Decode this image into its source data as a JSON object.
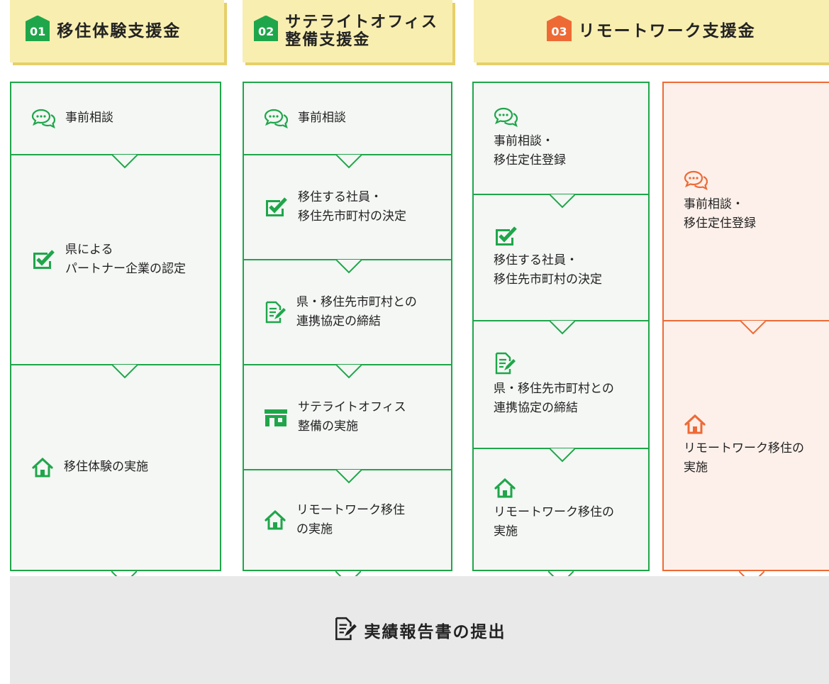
{
  "colors": {
    "green": "#1fa64a",
    "orange": "#ee6a35",
    "header_bg": "#f8eeb0",
    "bottom_bg": "#e9e9e9"
  },
  "headers": [
    {
      "num": "01",
      "title": "移住体験支援金"
    },
    {
      "num": "02",
      "title": "サテライトオフィス\n整備支援金"
    },
    {
      "num": "03",
      "title": "リモートワーク支援金"
    }
  ],
  "col1": [
    {
      "icon": "chat-icon",
      "text": "事前相談"
    },
    {
      "icon": "check-icon",
      "text": "県による\nパートナー企業の認定"
    },
    {
      "icon": "house-icon",
      "text": "移住体験の実施"
    }
  ],
  "col2": [
    {
      "icon": "chat-icon",
      "text": "事前相談"
    },
    {
      "icon": "check-icon",
      "text": "移住する社員・\n移住先市町村の決定"
    },
    {
      "icon": "document-pen-icon",
      "text": "県・移住先市町村との\n連携協定の締結"
    },
    {
      "icon": "office-building-icon",
      "text": "サテライトオフィス\n整備の実施"
    },
    {
      "icon": "house-icon",
      "text": "リモートワーク移住\nの実施"
    }
  ],
  "col3": [
    {
      "icon": "chat-icon",
      "text": "事前相談・\n移住定住登録"
    },
    {
      "icon": "check-icon",
      "text": "移住する社員・\n移住先市町村の決定"
    },
    {
      "icon": "document-pen-icon",
      "text": "県・移住先市町村との\n連携協定の締結"
    },
    {
      "icon": "house-icon",
      "text": "リモートワーク移住の\n実施"
    }
  ],
  "col4": [
    {
      "icon": "chat-icon",
      "text": "事前相談・\n移住定住登録"
    },
    {
      "icon": "house-icon",
      "text": "リモートワーク移住の\n実施"
    }
  ],
  "bottom": {
    "icon": "document-pen-icon",
    "label": "実績報告書の提出"
  }
}
